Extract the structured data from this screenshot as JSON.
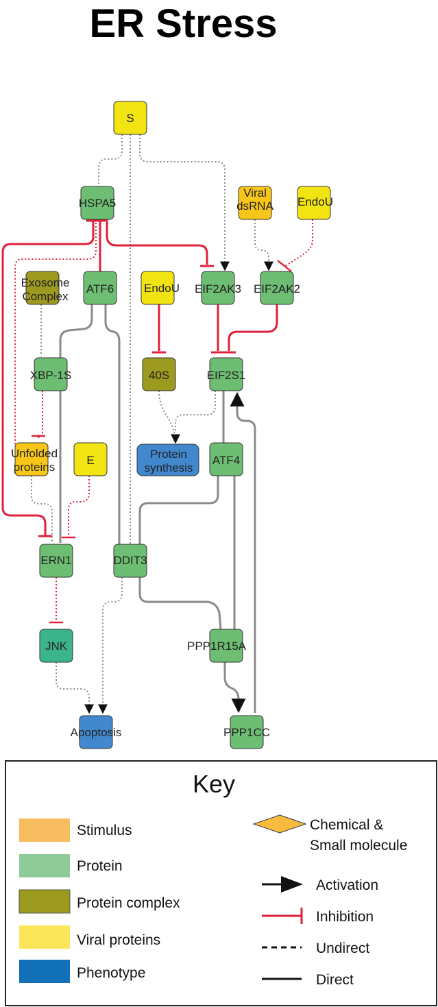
{
  "title": "ER Stress",
  "colors": {
    "stimulus": "#F7BB60",
    "protein": "#6DBE72",
    "protein_teal": "#3DB58C",
    "protein_complex": "#9C9A1F",
    "viral": "#F2E413",
    "viral_orange": "#F8C619",
    "phenotype": "#4188CF",
    "inhibit": "#E0203A",
    "direct": "#8A8A8A"
  },
  "nodes": {
    "S": "S",
    "HSPA5": "HSPA5",
    "ViralDsRNA_1": "Viral",
    "ViralDsRNA_2": "dsRNA",
    "EndoU_a": "EndoU",
    "Exosome_1": "Exosome",
    "Exosome_2": "Complex",
    "ATF6": "ATF6",
    "EndoU_b": "EndoU",
    "EIF2AK3": "EIF2AK3",
    "EIF2AK2": "EIF2AK2",
    "XBP1S": "XBP-1S",
    "S40": "40S",
    "EIF2S1": "EIF2S1",
    "Unfolded_1": "Unfolded",
    "Unfolded_2": "proteins",
    "E": "E",
    "ProtSyn_1": "Protein",
    "ProtSyn_2": "synthesis",
    "ATF4": "ATF4",
    "ERN1": "ERN1",
    "DDIT3": "DDIT3",
    "JNK": "JNK",
    "PPP1R15A": "PPP1R15A",
    "Apoptosis": "Apoptosis",
    "PPP1CC": "PPP1CC"
  },
  "key": {
    "title": "Key",
    "stimulus": "Stimulus",
    "protein": "Protein",
    "protein_complex": "Protein complex",
    "viral_proteins": "Viral proteins",
    "phenotype": "Phenotype",
    "chemical_1": "Chemical &",
    "chemical_2": "Small molecule",
    "activation": "Activation",
    "inhibition": "Inhibition",
    "undirect": "Undirect",
    "direct": "Direct"
  }
}
